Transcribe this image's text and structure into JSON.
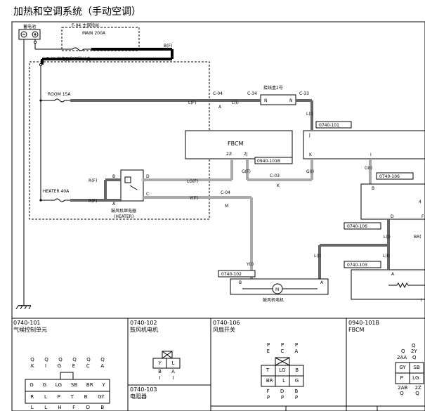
{
  "title": "加热和空调系统（手动空调）",
  "labels": {
    "battery": "蓄电池",
    "f04": "F-04 主保险丝",
    "main_fuse": "MAIN 200A",
    "bf": "B(F)",
    "f01": "F-01 继电器和保险丝盒",
    "room_fuse": "ROOM 15A",
    "heater_fuse": "HEATER 40A",
    "lf_room": "L(F)",
    "c04_a": "C-04",
    "a_pin": "A",
    "li_a": "L(I)",
    "c34": "C-34",
    "junction2": "接线盒2号",
    "n_left": "N",
    "n_right": "N",
    "c33": "C-33",
    "li_b": "L(I)",
    "c0740_101_top": "0740-101",
    "j_pin": "J",
    "fbcm": "FBCM",
    "p2z": "2Z",
    "p2j": "2J",
    "c0940_101b": "0940-101B",
    "k_pin": "K",
    "i_pin": "I",
    "gf": "G(F)",
    "c03": "C-03",
    "k_pin2": "K",
    "gi": "G(I)",
    "gi2": "G(I)",
    "c0740_106_a": "0740-106",
    "b_pin": "B",
    "rf1": "R(F)",
    "rf2": "R(F)",
    "relay_b": "B",
    "relay_d": "D",
    "relay_c": "C",
    "relay_a": "A",
    "lgf": "LG(F)",
    "yf": "Y(F)",
    "c04_m": "C-04",
    "m_pin": "M",
    "relay_name1": "鼓风机继电器",
    "relay_name2": "(HEATER)",
    "d_pin": "D",
    "f_pin": "F",
    "c0740_106_b": "0740-106",
    "li_c": "L(I)",
    "bri": "BR(",
    "n4": "4",
    "yi": "Y(I)",
    "li_d": "L(I)",
    "c0740_102": "0740-102",
    "b_motor": "B",
    "a_motor": "A",
    "motor": "鼓风机电机",
    "c0740_103": "0740-103",
    "li_e": "L(I)",
    "a_pin3": "A",
    "r_trunc": "I"
  },
  "connectors": {
    "c1_code": "0740-101",
    "c1_name": "气候控制单元",
    "c2_code": "0740-102",
    "c2_name": "鼓风机电机",
    "c3_code": "0740-103",
    "c3_name": "电阻器",
    "c4_code": "0740-106",
    "c4_name": "风扇开关",
    "c5_code": "0940-101B",
    "c5_name": "FBCM"
  },
  "pins": {
    "c1_top": [
      "Q",
      "Q",
      "Q",
      "Q",
      "Q",
      "Q"
    ],
    "c1_top2": [
      "K",
      "I",
      "G",
      "E",
      "C",
      "A"
    ],
    "c1_row1": [
      "G",
      "G",
      "LG",
      "SB",
      "BR",
      "Y"
    ],
    "c1_row2": [
      "R",
      "L",
      "P",
      "T",
      "B",
      "GY"
    ],
    "c1_bot": [
      "L",
      "L",
      "H",
      "F",
      "D",
      "B"
    ],
    "c2_grid": [
      "Y",
      "L"
    ],
    "c2_letters": [
      "B",
      "A"
    ],
    "c2_under": [
      "I",
      "I"
    ],
    "c4_top": [
      "P",
      "P",
      "P"
    ],
    "c4_top2": [
      "E",
      "C",
      "A"
    ],
    "c4_row1": [
      "T",
      "LG",
      "B"
    ],
    "c4_row2": [
      "BR",
      "L",
      "G"
    ],
    "c4_bot": [
      "F",
      "D",
      "B"
    ],
    "c4_bot2": [
      "P",
      "P",
      "P"
    ],
    "c5_q1": "Q",
    "c5_2y": "2Y",
    "c5_q2": "Q",
    "c5_2aa": "2AA",
    "c5_q3": "Q",
    "c5_row1": [
      "GY",
      "SB"
    ],
    "c5_row2": [
      "P",
      "LG"
    ],
    "c5_bot": [
      "2AB",
      "2Z"
    ],
    "c5_bot2": [
      "Q",
      "Q"
    ]
  }
}
